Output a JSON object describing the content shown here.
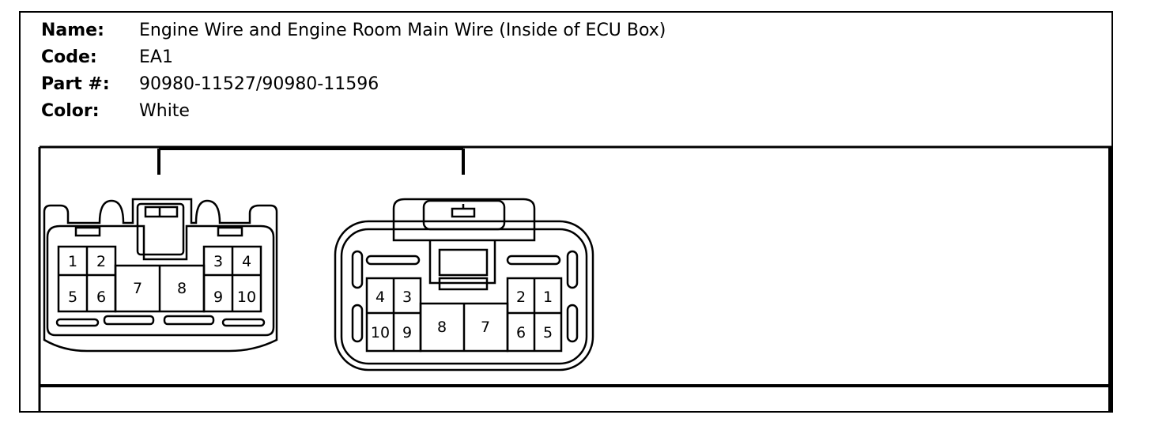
{
  "header": {
    "name_label": "Name:",
    "name_value": "Engine Wire and Engine Room Main Wire (Inside of ECU Box)",
    "code_label": "Code:",
    "code_value": "EA1",
    "part_label": "Part #:",
    "part_value": "90980-11527/90980-11596",
    "color_label": "Color:",
    "color_value": "White"
  },
  "left_connector": {
    "pins": [
      "1",
      "2",
      "3",
      "4",
      "5",
      "6",
      "7",
      "8",
      "9",
      "10"
    ]
  },
  "right_connector": {
    "pins": [
      "4",
      "3",
      "2",
      "1",
      "10",
      "9",
      "8",
      "7",
      "6",
      "5"
    ]
  }
}
